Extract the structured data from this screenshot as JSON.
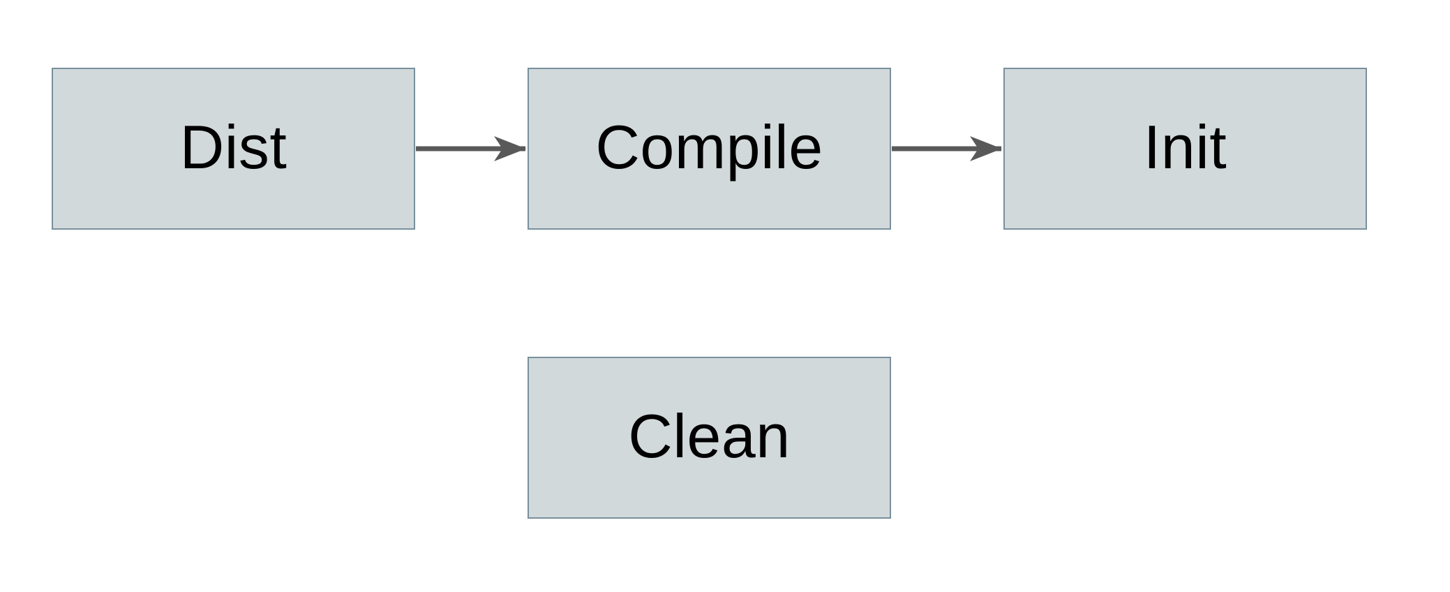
{
  "diagram": {
    "type": "flowchart",
    "nodes": [
      {
        "id": "dist",
        "label": "Dist"
      },
      {
        "id": "compile",
        "label": "Compile"
      },
      {
        "id": "init",
        "label": "Init"
      },
      {
        "id": "clean",
        "label": "Clean"
      }
    ],
    "edges": [
      {
        "from": "Dist",
        "to": "Compile",
        "direction": "right"
      },
      {
        "from": "Compile",
        "to": "Init",
        "direction": "right"
      }
    ],
    "unconnected_nodes": [
      "Clean"
    ]
  },
  "colors": {
    "node_fill": "#d2d9db",
    "node_border": "#78909c",
    "arrow": "#595959",
    "text": "#000000",
    "background": "#ffffff"
  }
}
